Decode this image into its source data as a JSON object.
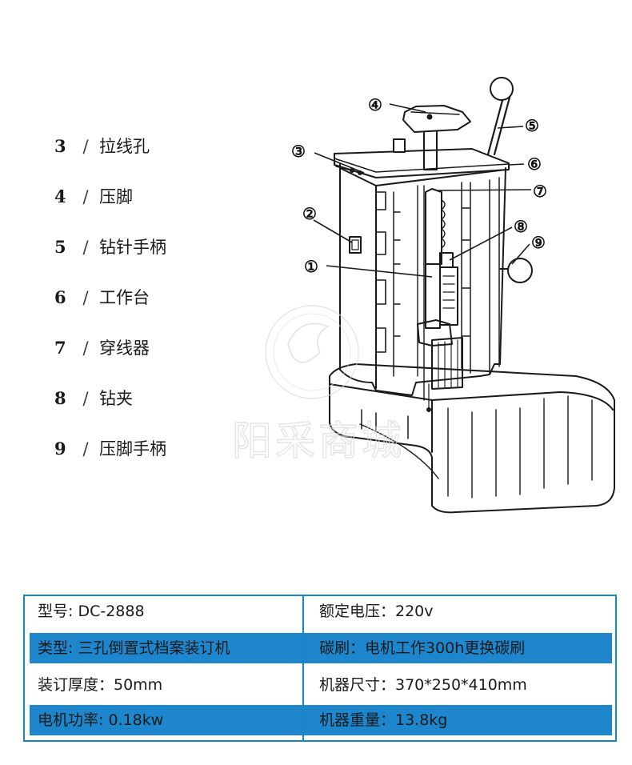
{
  "legend": [
    {
      "num": "3",
      "sep": "/",
      "text": "拉线孔"
    },
    {
      "num": "4",
      "sep": "/",
      "text": "压脚"
    },
    {
      "num": "5",
      "sep": "/",
      "text": "钻针手柄"
    },
    {
      "num": "6",
      "sep": "/",
      "text": "工作台"
    },
    {
      "num": "7",
      "sep": "/",
      "text": "穿线器"
    },
    {
      "num": "8",
      "sep": "/",
      "text": "钻夹"
    },
    {
      "num": "9",
      "sep": "/",
      "text": "压脚手柄"
    }
  ],
  "callouts": [
    "①",
    "②",
    "③",
    "④",
    "⑤",
    "⑥",
    "⑦",
    "⑧",
    "⑨"
  ],
  "watermark": "阳采商城",
  "specs": [
    {
      "left": "型号:   DC-2888",
      "right": "额定电压：220v",
      "highlight": false
    },
    {
      "left": "类型:   三孔倒置式档案装订机",
      "right": "碳刷：电机工作300h更换碳刷",
      "highlight": true
    },
    {
      "left": "装订厚度：50mm",
      "right": "机器尺寸：370*250*410mm",
      "highlight": false
    },
    {
      "left": "电机功率: 0.18kw",
      "right": "机器重量：13.8kg",
      "highlight": true
    }
  ],
  "colors": {
    "accent": "#1d86cc",
    "border": "#1487c8"
  }
}
